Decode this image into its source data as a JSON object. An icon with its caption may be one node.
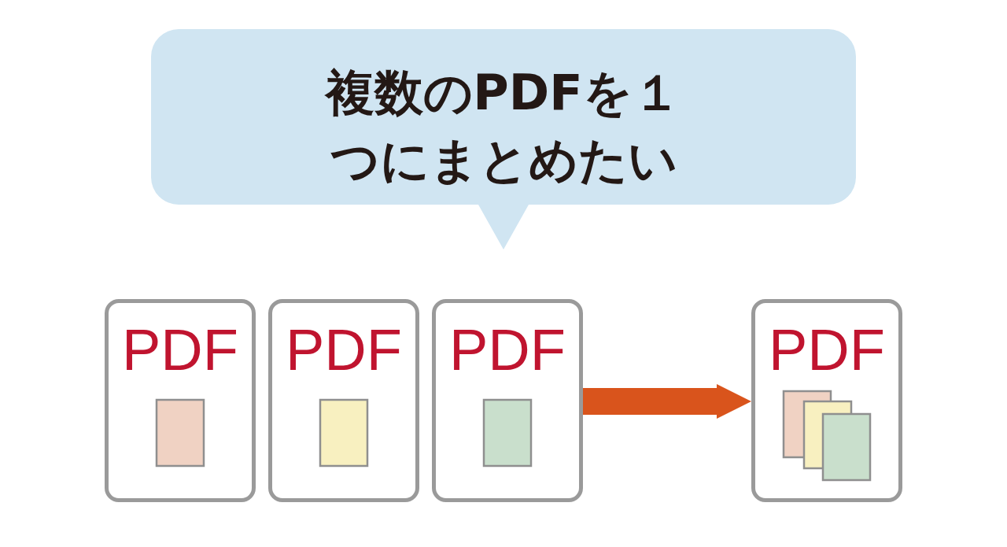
{
  "diagram": {
    "nodes": [
      {
        "text": [
          "複数のPDFを１つにまとめたい"
        ]
      },
      {
        "text": [
          "PDF"
        ]
      },
      {
        "text": [
          "PDF"
        ]
      },
      {
        "text": [
          "PDF"
        ]
      },
      {
        "text": [
          "PDF"
        ]
      }
    ],
    "edges": [
      {
        "from": 3,
        "to": 4,
        "arrow": "to"
      }
    ]
  }
}
